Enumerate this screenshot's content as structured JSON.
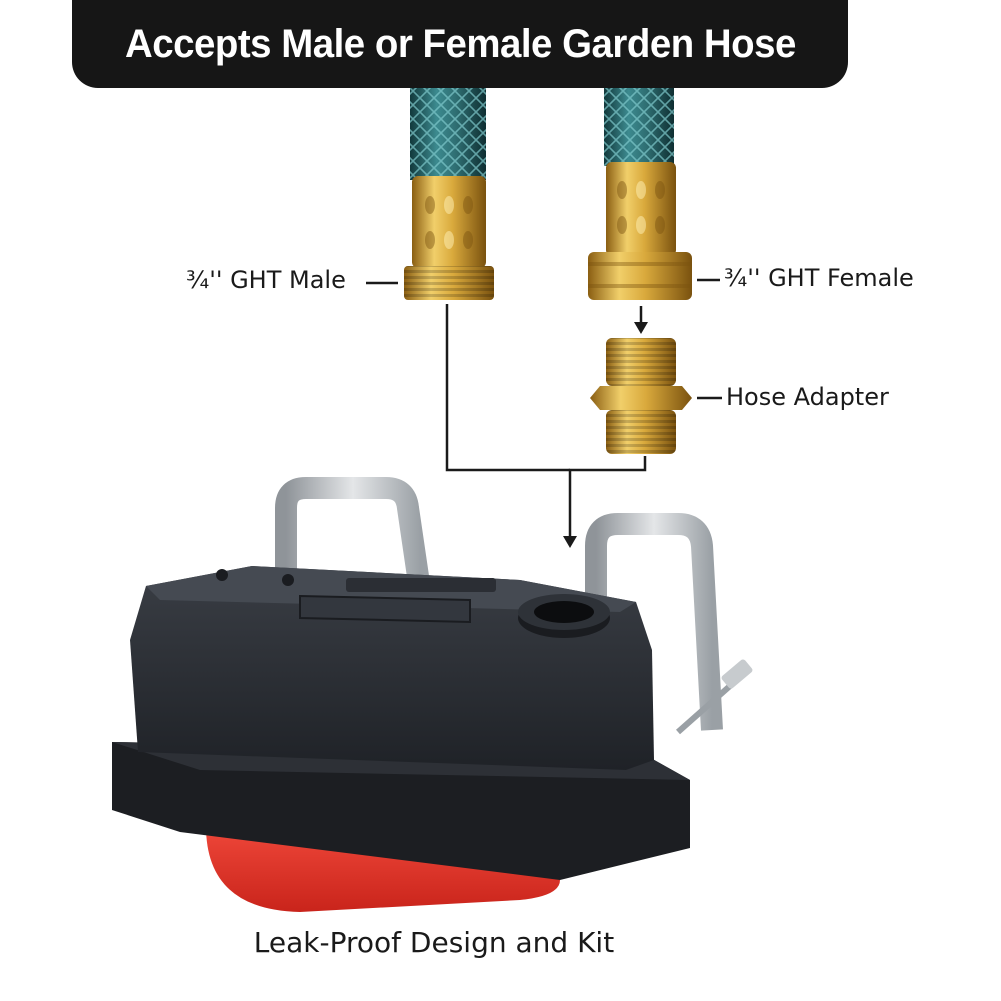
{
  "header": {
    "title": "Accepts Male or Female Garden Hose"
  },
  "callouts": {
    "male": "¾'' GHT Male",
    "female": "¾'' GHT Female",
    "adapter": "Hose Adapter"
  },
  "footer": {
    "caption": "Leak-Proof Design and Kit"
  },
  "colors": {
    "title_bar": "#161616",
    "hose": "#2f6f73",
    "brass": "#c99a2e",
    "valve_body": "#2a2d33",
    "float": "#e8352b",
    "bracket": "#b8bcc0"
  }
}
